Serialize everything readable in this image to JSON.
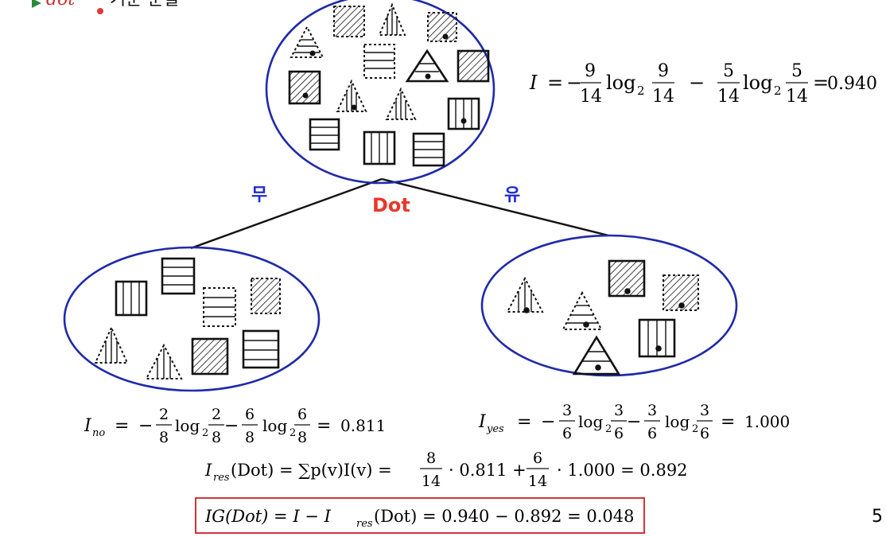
{
  "header": {
    "bullet_text": "dot",
    "bullet_suffix": "기준 분할"
  },
  "colors": {
    "ellipse": "#1f2aa8",
    "root_label": "#e8382b",
    "branch_label": "#1e2bd1",
    "highlight_box": "#d0353a"
  },
  "tree": {
    "root_label": "Dot",
    "branch_no": "무",
    "branch_yes": "유"
  },
  "formulas": {
    "root": {
      "lhs": "I",
      "t1": {
        "num": "9",
        "den": "14"
      },
      "t2": {
        "num": "5",
        "den": "14"
      },
      "log": "log",
      "base": "2",
      "result": "0.940"
    },
    "no": {
      "sub": "no",
      "t1": {
        "num": "2",
        "den": "8"
      },
      "t2": {
        "num": "6",
        "den": "8"
      },
      "result": "0.811"
    },
    "yes": {
      "sub": "yes",
      "t1": {
        "num": "3",
        "den": "6"
      },
      "t2": {
        "num": "3",
        "den": "6"
      },
      "result": "1.000"
    },
    "res": {
      "text_a": "(Dot) = ∑p(v)I(v) =",
      "w1": {
        "num": "8",
        "den": "14"
      },
      "v1": "· 0.811 +",
      "w2": {
        "num": "6",
        "den": "14"
      },
      "v2": "· 1.000 = 0.892",
      "sub": "res"
    },
    "ig": {
      "text": "IG(Dot) = I − I",
      "sub": "res",
      "tail": "(Dot) = 0.940 − 0.892 = 0.048"
    }
  },
  "page_number": "5"
}
